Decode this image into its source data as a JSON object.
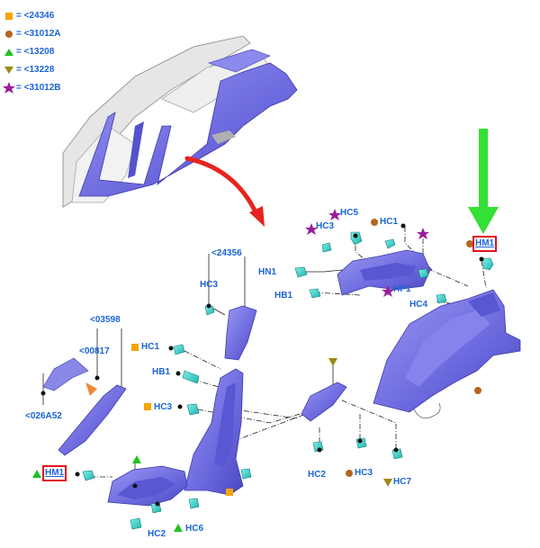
{
  "legend": [
    {
      "symbol": "square",
      "color": "#f5a400",
      "text": "= <24346"
    },
    {
      "symbol": "circle",
      "color": "#b5651d",
      "text": "= <31012A"
    },
    {
      "symbol": "triangle-up",
      "color": "#21c021",
      "text": "= <13208"
    },
    {
      "symbol": "triangle-down",
      "color": "#9c8a16",
      "text": "= <13228"
    },
    {
      "symbol": "star",
      "color": "#9b1c9b",
      "text": "= <31012B"
    }
  ],
  "labels": {
    "hm1_top": "HM1",
    "hc1_top": "HC1",
    "hc3_top": "HC3",
    "hc5": "HC5",
    "hn1": "HN1",
    "hb1_top": "HB1",
    "hp1": "HP1",
    "hc4": "HC4",
    "p24356": "<24356",
    "hc3_pillar": "HC3",
    "p03598": "<03598",
    "p00817": "<00817",
    "p026a52": "<026A52",
    "hc1_mid": "HC1",
    "hb1_mid": "HB1",
    "hc3_mid": "HC3",
    "hm1_bottom": "HM1",
    "hc2_left": "HC2",
    "hc6": "HC6",
    "hc2_right": "HC2",
    "hc3_bottom": "HC3",
    "hc7": "HC7"
  },
  "colors": {
    "part_fill": "#7b78e8",
    "part_dark": "#4a47c0",
    "clip": "#38d6d0",
    "leader": "#222222",
    "arrow_red": "#e8231e",
    "arrow_green": "#33e033",
    "label": "#1a64d6",
    "highlight_box": "#e0141e"
  }
}
